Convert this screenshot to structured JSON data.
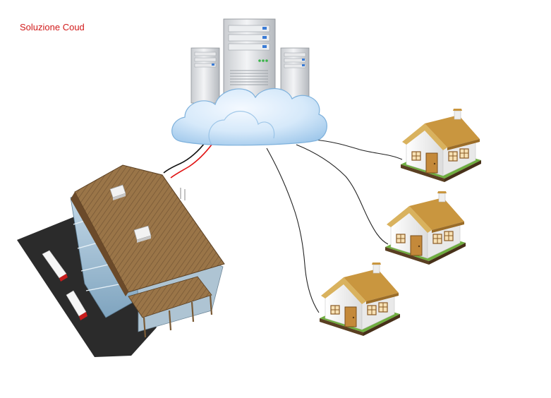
{
  "diagram": {
    "title": "Soluzione Coud",
    "colors": {
      "title": "#d11a1a",
      "link_primary": "#e01010",
      "link_secondary": "#111111",
      "cloud_light": "#eaf4fd",
      "cloud_dark": "#9cc6ea",
      "roof": "#c79a45",
      "door": "#c4893a",
      "grass": "#3f8f28",
      "factory_roof": "#8b6840",
      "factory_glass": "#8fb3cc",
      "yard": "#2b2b2b"
    },
    "nodes": [
      {
        "id": "cloud-servers",
        "kind": "cloud-with-servers",
        "servers": 3
      },
      {
        "id": "factory",
        "kind": "warehouse-with-trucks",
        "trucks": 2
      },
      {
        "id": "house-1",
        "kind": "house"
      },
      {
        "id": "house-2",
        "kind": "house"
      },
      {
        "id": "house-3",
        "kind": "house"
      }
    ],
    "links": [
      {
        "from": "cloud-servers",
        "to": "factory",
        "wires": 2
      },
      {
        "from": "cloud-servers",
        "to": "house-1",
        "wires": 1
      },
      {
        "from": "cloud-servers",
        "to": "house-2",
        "wires": 1
      },
      {
        "from": "cloud-servers",
        "to": "house-3",
        "wires": 1
      }
    ]
  }
}
